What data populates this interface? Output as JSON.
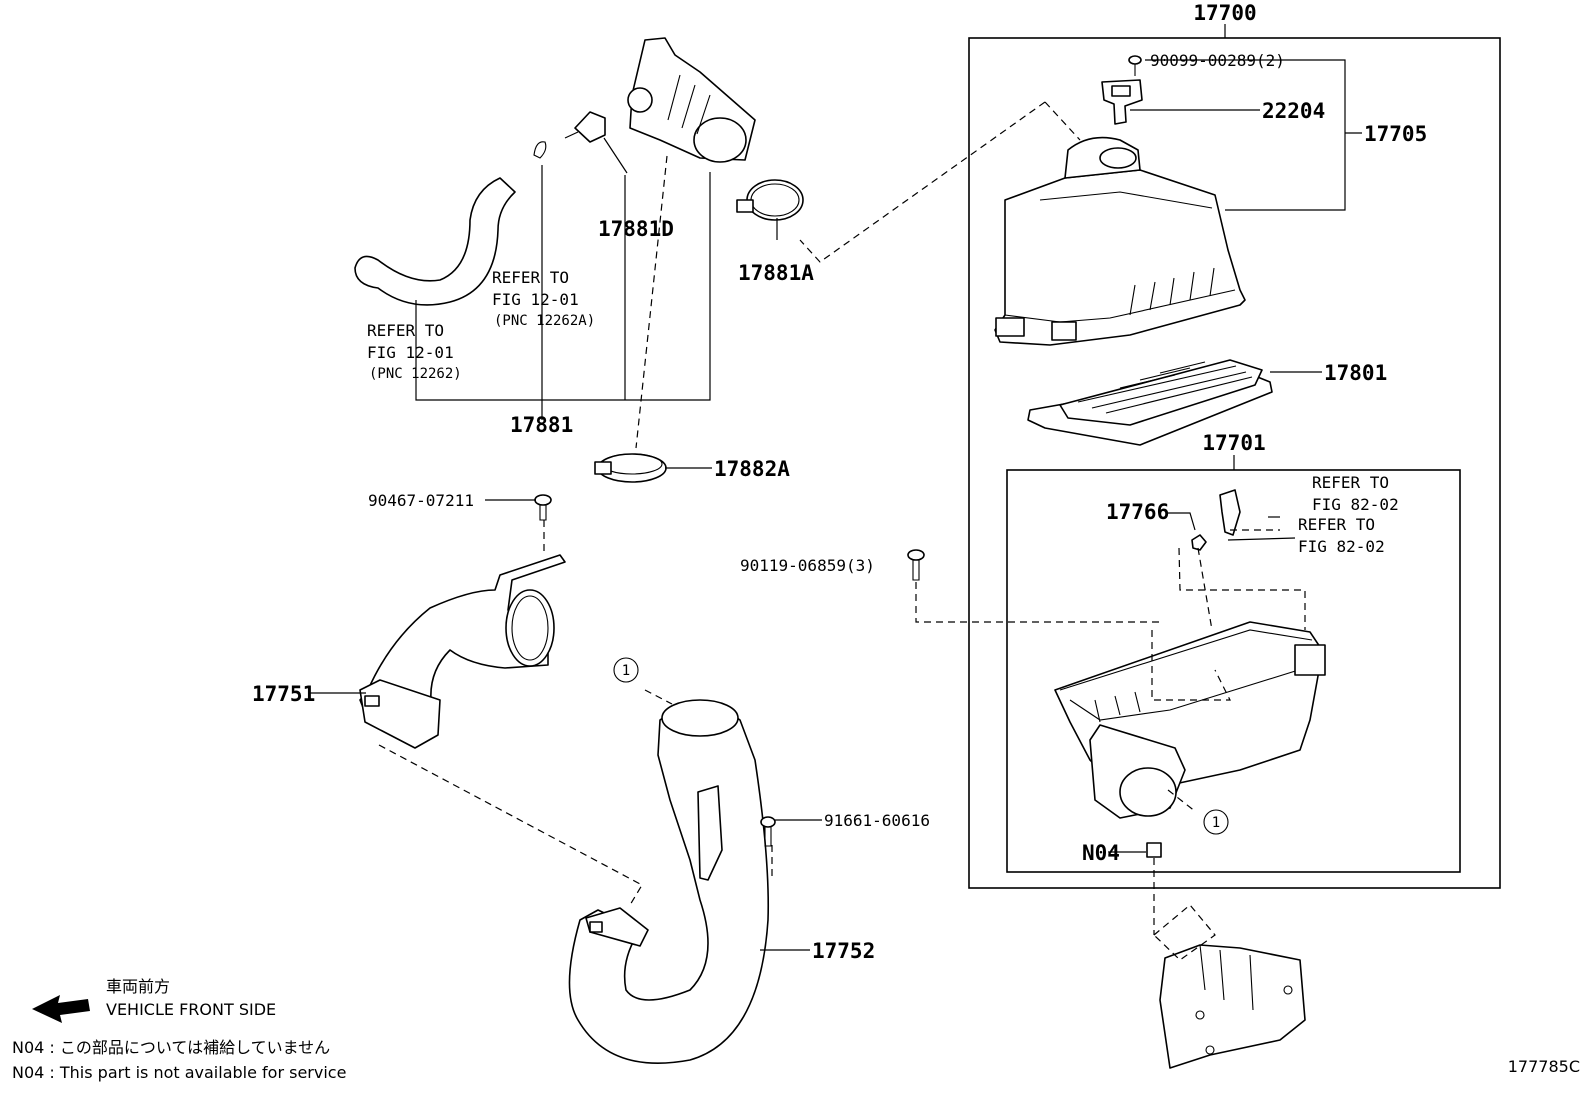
{
  "figure_id": "177785C",
  "labels": {
    "p17700": "17700",
    "p90099": "90099-00289(2)",
    "p22204": "22204",
    "p17705": "17705",
    "p17801": "17801",
    "p17701": "17701",
    "p17766": "17766",
    "p90119": "90119-06859(3)",
    "pN04": "N04",
    "p17881D": "17881D",
    "p17881A": "17881A",
    "p17881": "17881",
    "p17882A": "17882A",
    "p90467": "90467-07211",
    "p17751": "17751",
    "p91661": "91661-60616",
    "p17752": "17752",
    "callout_1": "1"
  },
  "refs": {
    "refer_a": {
      "line1": "REFER TO",
      "line2": "FIG 12-01",
      "line3": "(PNC 12262A)"
    },
    "refer_b": {
      "line1": "REFER TO",
      "line2": "FIG 12-01",
      "line3": "(PNC 12262)"
    },
    "refer_c": {
      "line1": "REFER TO",
      "line2": "FIG 82-02"
    },
    "refer_d": {
      "line1": "REFER TO",
      "line2": "FIG 82-02"
    }
  },
  "legend": {
    "direction_jp": "車両前方",
    "direction_en": "VEHICLE FRONT SIDE",
    "note_jp": "N04 : この部品については補給していません",
    "note_en": "N04 : This part is not available for service"
  }
}
